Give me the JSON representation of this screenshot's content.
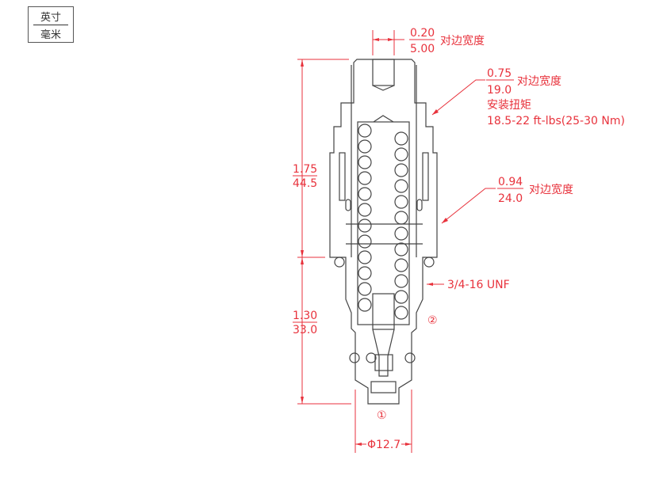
{
  "units": {
    "inch": "英寸",
    "mm": "毫米"
  },
  "dimensions": {
    "hex_small": {
      "inch": "0.20",
      "mm": "5.00",
      "note": "对边宽度"
    },
    "hex_mid": {
      "inch": "0.75",
      "mm": "19.0",
      "note": "对边宽度",
      "torque_label": "安装扭矩",
      "torque_value": "18.5-22 ft-lbs(25-30 Nm)"
    },
    "hex_large": {
      "inch": "0.94",
      "mm": "24.0",
      "note": "对边宽度"
    },
    "length_total": {
      "inch": "1.75",
      "mm": "44.5"
    },
    "length_lower": {
      "inch": "1.30",
      "mm": "33.0"
    },
    "thread": "3/4-16 UNF",
    "diameter": "Φ12.7"
  },
  "ports": {
    "port1": "①",
    "port2": "②"
  }
}
